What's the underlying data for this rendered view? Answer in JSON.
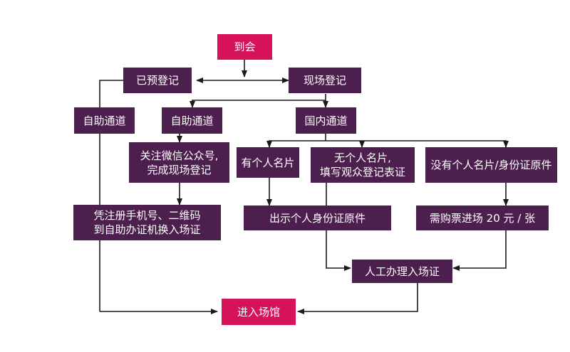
{
  "colors": {
    "node_dark": "#4d1f4e",
    "node_accent": "#d6135a",
    "line": "#1a1a1a",
    "text": "#ffffff"
  },
  "nodes": {
    "arrive": "到会",
    "preregistered": "已预登记",
    "onsite_register": "现场登记",
    "self_service_left": "自助通道",
    "self_service_mid": "自助通道",
    "domestic": "国内通道",
    "follow_wechat": "关注微信公众号,\n完成现场登记",
    "has_card": "有个人名片",
    "no_card": "无个人名片,\n填写观众登记表证",
    "no_card_id": "没有个人名片/身份证原件",
    "phone_qr": "凭注册手机号、二维码\n到自助办证机换入场证",
    "show_id": "出示个人身份证原件",
    "buy_ticket": "需购票进场 20 元 / 张",
    "manual_badge": "人工办理入场证",
    "enter_venue": "进入场馆"
  }
}
